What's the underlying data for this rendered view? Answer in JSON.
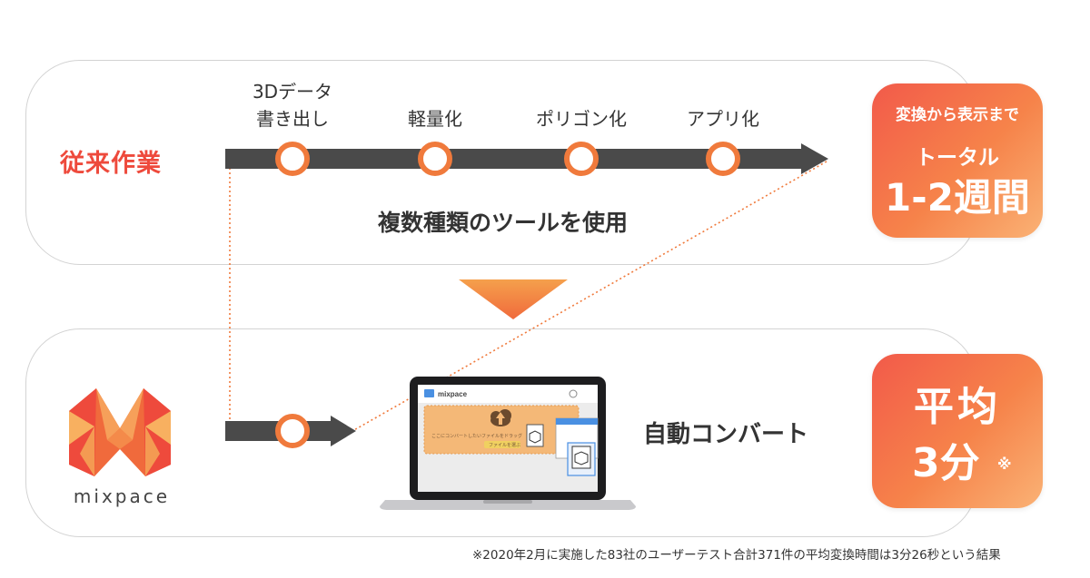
{
  "top_section": {
    "title": "従来作業",
    "steps": [
      "3Dデータ",
      "書き出し",
      "軽量化",
      "ポリゴン化",
      "アプリ化"
    ],
    "caption": "複数種類のツールを使用",
    "badge": {
      "line1": "変換から表示まで",
      "line2": "トータル",
      "line3": "1-2週間"
    }
  },
  "bottom_section": {
    "logo_name": "mixpace",
    "caption": "自動コンバート",
    "laptop_app_name": "mixpace",
    "laptop_upload_text": "ここにコンバートしたいファイルをドラッグ",
    "laptop_button_text": "ファイルを選ぶ",
    "badge": {
      "line1": "平均",
      "line2": "3分",
      "note": "※"
    }
  },
  "footnote": "※2020年2月に実施した83社のユーザーテスト合計371件の平均変換時間は3分26秒という結果",
  "colors": {
    "accent_red": "#ee4a3c",
    "accent_orange": "#f6834a",
    "arrow_gray": "#4a4a4a"
  }
}
